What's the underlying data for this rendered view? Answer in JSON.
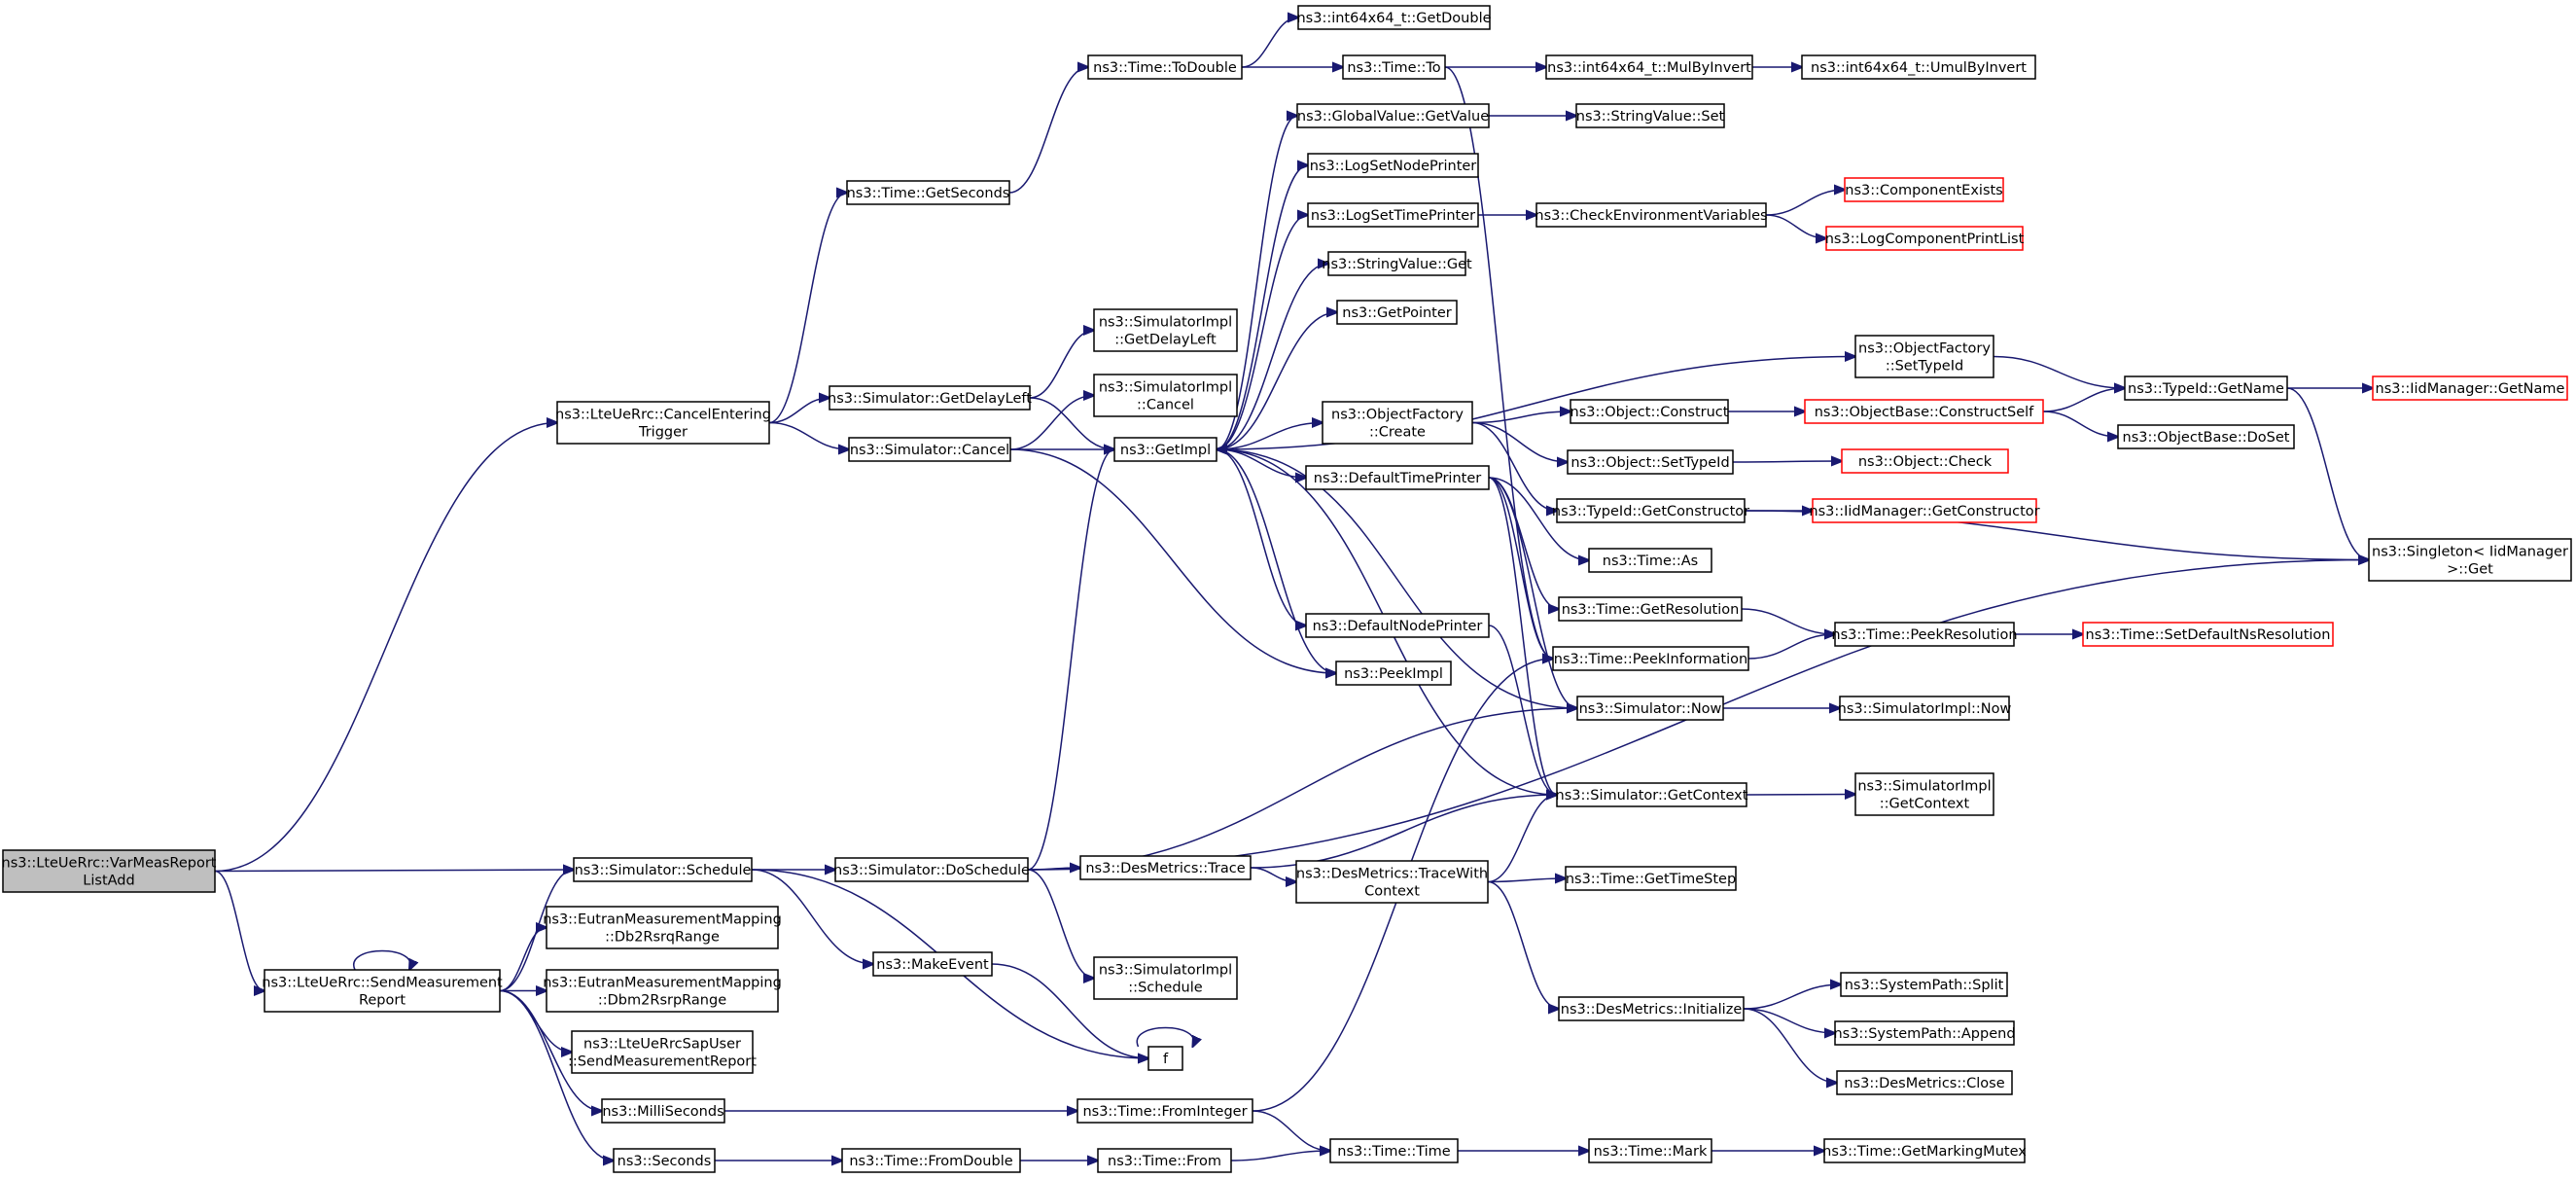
{
  "nodes": [
    {
      "id": "root",
      "lines": [
        "ns3::LteUeRrc::VarMeasReport",
        "ListAdd"
      ],
      "style": "root"
    },
    {
      "id": "cancelEntering",
      "lines": [
        "ns3::LteUeRrc::CancelEntering",
        "Trigger"
      ]
    },
    {
      "id": "sendMeas",
      "lines": [
        "ns3::LteUeRrc::SendMeasurement",
        "Report"
      ]
    },
    {
      "id": "getSeconds",
      "lines": [
        "ns3::Time::GetSeconds"
      ]
    },
    {
      "id": "simGetDelayLeft",
      "lines": [
        "ns3::Simulator::GetDelayLeft"
      ]
    },
    {
      "id": "simCancel",
      "lines": [
        "ns3::Simulator::Cancel"
      ]
    },
    {
      "id": "simSchedule",
      "lines": [
        "ns3::Simulator::Schedule"
      ]
    },
    {
      "id": "eutranDb2",
      "lines": [
        "ns3::EutranMeasurementMapping",
        "::Db2RsrqRange"
      ]
    },
    {
      "id": "eutranDbm2",
      "lines": [
        "ns3::EutranMeasurementMapping",
        "::Dbm2RsrpRange"
      ]
    },
    {
      "id": "sapUser",
      "lines": [
        "ns3::LteUeRrcSapUser",
        "::SendMeasurementReport"
      ]
    },
    {
      "id": "milliSeconds",
      "lines": [
        "ns3::MilliSeconds"
      ]
    },
    {
      "id": "seconds",
      "lines": [
        "ns3::Seconds"
      ]
    },
    {
      "id": "toDouble",
      "lines": [
        "ns3::Time::ToDouble"
      ]
    },
    {
      "id": "simImplGetDelayLeft",
      "lines": [
        "ns3::SimulatorImpl",
        "::GetDelayLeft"
      ]
    },
    {
      "id": "simImplCancel",
      "lines": [
        "ns3::SimulatorImpl",
        "::Cancel"
      ]
    },
    {
      "id": "getImpl",
      "lines": [
        "ns3::GetImpl"
      ]
    },
    {
      "id": "doSchedule",
      "lines": [
        "ns3::Simulator::DoSchedule"
      ]
    },
    {
      "id": "makeEvent",
      "lines": [
        "ns3::MakeEvent"
      ]
    },
    {
      "id": "simImplSchedule",
      "lines": [
        "ns3::SimulatorImpl",
        "::Schedule"
      ]
    },
    {
      "id": "f",
      "lines": [
        "f"
      ]
    },
    {
      "id": "fromInteger",
      "lines": [
        "ns3::Time::FromInteger"
      ]
    },
    {
      "id": "fromDouble",
      "lines": [
        "ns3::Time::FromDouble"
      ]
    },
    {
      "id": "timeFrom",
      "lines": [
        "ns3::Time::From"
      ]
    },
    {
      "id": "desTrace",
      "lines": [
        "ns3::DesMetrics::Trace"
      ]
    },
    {
      "id": "getDouble",
      "lines": [
        "ns3::int64x64_t::GetDouble"
      ]
    },
    {
      "id": "timeTo",
      "lines": [
        "ns3::Time::To"
      ]
    },
    {
      "id": "gvGetValue",
      "lines": [
        "ns3::GlobalValue::GetValue"
      ]
    },
    {
      "id": "logSetNode",
      "lines": [
        "ns3::LogSetNodePrinter"
      ]
    },
    {
      "id": "logSetTime",
      "lines": [
        "ns3::LogSetTimePrinter"
      ]
    },
    {
      "id": "stringValueGet",
      "lines": [
        "ns3::StringValue::Get"
      ]
    },
    {
      "id": "getPointer",
      "lines": [
        "ns3::GetPointer"
      ]
    },
    {
      "id": "ofCreate",
      "lines": [
        "ns3::ObjectFactory",
        "::Create"
      ]
    },
    {
      "id": "defaultTimePrinter",
      "lines": [
        "ns3::DefaultTimePrinter"
      ]
    },
    {
      "id": "defaultNodePrinter",
      "lines": [
        "ns3::DefaultNodePrinter"
      ]
    },
    {
      "id": "peekImpl",
      "lines": [
        "ns3::PeekImpl"
      ]
    },
    {
      "id": "traceWithContext",
      "lines": [
        "ns3::DesMetrics::TraceWith",
        "Context"
      ]
    },
    {
      "id": "timeTime",
      "lines": [
        "ns3::Time::Time"
      ]
    },
    {
      "id": "mulByInvert",
      "lines": [
        "ns3::int64x64_t::MulByInvert"
      ]
    },
    {
      "id": "stringValueSet",
      "lines": [
        "ns3::StringValue::Set"
      ]
    },
    {
      "id": "checkEnv",
      "lines": [
        "ns3::CheckEnvironmentVariables"
      ]
    },
    {
      "id": "objConstruct",
      "lines": [
        "ns3::Object::Construct"
      ]
    },
    {
      "id": "objSetTypeId",
      "lines": [
        "ns3::Object::SetTypeId"
      ]
    },
    {
      "id": "typeIdGetCtor",
      "lines": [
        "ns3::TypeId::GetConstructor"
      ]
    },
    {
      "id": "timeAs",
      "lines": [
        "ns3::Time::As"
      ]
    },
    {
      "id": "getResolution",
      "lines": [
        "ns3::Time::GetResolution"
      ]
    },
    {
      "id": "peekInformation",
      "lines": [
        "ns3::Time::PeekInformation"
      ]
    },
    {
      "id": "simNow",
      "lines": [
        "ns3::Simulator::Now"
      ]
    },
    {
      "id": "simGetContext",
      "lines": [
        "ns3::Simulator::GetContext"
      ]
    },
    {
      "id": "getTimeStep",
      "lines": [
        "ns3::Time::GetTimeStep"
      ]
    },
    {
      "id": "desInit",
      "lines": [
        "ns3::DesMetrics::Initialize"
      ]
    },
    {
      "id": "timeMark",
      "lines": [
        "ns3::Time::Mark"
      ]
    },
    {
      "id": "umulByInvert",
      "lines": [
        "ns3::int64x64_t::UmulByInvert"
      ]
    },
    {
      "id": "componentExists",
      "lines": [
        "ns3::ComponentExists"
      ],
      "style": "red"
    },
    {
      "id": "logCompPrint",
      "lines": [
        "ns3::LogComponentPrintList"
      ],
      "style": "red"
    },
    {
      "id": "ofSetTypeId",
      "lines": [
        "ns3::ObjectFactory",
        "::SetTypeId"
      ]
    },
    {
      "id": "obConstructSelf",
      "lines": [
        "ns3::ObjectBase::ConstructSelf"
      ],
      "style": "red"
    },
    {
      "id": "objCheck",
      "lines": [
        "ns3::Object::Check"
      ],
      "style": "red"
    },
    {
      "id": "iidGetCtor",
      "lines": [
        "ns3::IidManager::GetConstructor"
      ],
      "style": "red"
    },
    {
      "id": "peekResolution",
      "lines": [
        "ns3::Time::PeekResolution"
      ]
    },
    {
      "id": "simImplNow",
      "lines": [
        "ns3::SimulatorImpl::Now"
      ]
    },
    {
      "id": "simImplGetContext",
      "lines": [
        "ns3::SimulatorImpl",
        "::GetContext"
      ]
    },
    {
      "id": "spSplit",
      "lines": [
        "ns3::SystemPath::Split"
      ]
    },
    {
      "id": "spAppend",
      "lines": [
        "ns3::SystemPath::Append"
      ]
    },
    {
      "id": "desClose",
      "lines": [
        "ns3::DesMetrics::Close"
      ]
    },
    {
      "id": "getMarkingMutex",
      "lines": [
        "ns3::Time::GetMarkingMutex"
      ]
    },
    {
      "id": "typeIdGetName",
      "lines": [
        "ns3::TypeId::GetName"
      ]
    },
    {
      "id": "obDoSet",
      "lines": [
        "ns3::ObjectBase::DoSet"
      ]
    },
    {
      "id": "setDefaultNsRes",
      "lines": [
        "ns3::Time::SetDefaultNsResolution"
      ],
      "style": "red"
    },
    {
      "id": "iidGetName",
      "lines": [
        "ns3::IidManager::GetName"
      ],
      "style": "red"
    },
    {
      "id": "singletonGet",
      "lines": [
        "ns3::Singleton< IidManager",
        " >::Get"
      ]
    }
  ],
  "edges": [
    [
      "root",
      "cancelEntering"
    ],
    [
      "root",
      "simSchedule"
    ],
    [
      "root",
      "sendMeas"
    ],
    [
      "cancelEntering",
      "getSeconds"
    ],
    [
      "cancelEntering",
      "simGetDelayLeft"
    ],
    [
      "cancelEntering",
      "simCancel"
    ],
    [
      "getSeconds",
      "toDouble"
    ],
    [
      "toDouble",
      "getDouble"
    ],
    [
      "toDouble",
      "timeTo"
    ],
    [
      "timeTo",
      "mulByInvert"
    ],
    [
      "timeTo",
      "peekInformation"
    ],
    [
      "mulByInvert",
      "umulByInvert"
    ],
    [
      "simGetDelayLeft",
      "simImplGetDelayLeft"
    ],
    [
      "simGetDelayLeft",
      "getImpl"
    ],
    [
      "simCancel",
      "simImplCancel"
    ],
    [
      "simCancel",
      "getImpl"
    ],
    [
      "simCancel",
      "peekImpl"
    ],
    [
      "simSchedule",
      "doSchedule"
    ],
    [
      "simSchedule",
      "makeEvent"
    ],
    [
      "simSchedule",
      "f"
    ],
    [
      "sendMeas",
      "sendMeas"
    ],
    [
      "sendMeas",
      "simSchedule"
    ],
    [
      "sendMeas",
      "eutranDb2"
    ],
    [
      "sendMeas",
      "eutranDbm2"
    ],
    [
      "sendMeas",
      "sapUser"
    ],
    [
      "sendMeas",
      "milliSeconds"
    ],
    [
      "sendMeas",
      "seconds"
    ],
    [
      "milliSeconds",
      "fromInteger"
    ],
    [
      "seconds",
      "fromDouble"
    ],
    [
      "fromDouble",
      "timeFrom"
    ],
    [
      "timeFrom",
      "timeTime"
    ],
    [
      "fromInteger",
      "timeTime"
    ],
    [
      "fromInteger",
      "peekInformation"
    ],
    [
      "makeEvent",
      "f"
    ],
    [
      "f",
      "f"
    ],
    [
      "doSchedule",
      "getImpl"
    ],
    [
      "doSchedule",
      "simNow"
    ],
    [
      "doSchedule",
      "desTrace"
    ],
    [
      "doSchedule",
      "simImplSchedule"
    ],
    [
      "doSchedule",
      "singletonGet"
    ],
    [
      "desTrace",
      "simGetContext"
    ],
    [
      "desTrace",
      "traceWithContext"
    ],
    [
      "traceWithContext",
      "simGetContext"
    ],
    [
      "traceWithContext",
      "getTimeStep"
    ],
    [
      "traceWithContext",
      "desInit"
    ],
    [
      "desInit",
      "spSplit"
    ],
    [
      "desInit",
      "spAppend"
    ],
    [
      "desInit",
      "desClose"
    ],
    [
      "timeTime",
      "timeMark"
    ],
    [
      "timeMark",
      "getMarkingMutex"
    ],
    [
      "getImpl",
      "gvGetValue"
    ],
    [
      "getImpl",
      "logSetNode"
    ],
    [
      "getImpl",
      "logSetTime"
    ],
    [
      "getImpl",
      "stringValueGet"
    ],
    [
      "getImpl",
      "getPointer"
    ],
    [
      "getImpl",
      "ofSetTypeId"
    ],
    [
      "getImpl",
      "ofCreate"
    ],
    [
      "getImpl",
      "defaultTimePrinter"
    ],
    [
      "getImpl",
      "defaultNodePrinter"
    ],
    [
      "getImpl",
      "peekImpl"
    ],
    [
      "gvGetValue",
      "stringValueSet"
    ],
    [
      "logSetTime",
      "checkEnv"
    ],
    [
      "checkEnv",
      "componentExists"
    ],
    [
      "checkEnv",
      "logCompPrint"
    ],
    [
      "ofSetTypeId",
      "typeIdGetName"
    ],
    [
      "ofCreate",
      "objConstruct"
    ],
    [
      "ofCreate",
      "objSetTypeId"
    ],
    [
      "ofCreate",
      "typeIdGetCtor"
    ],
    [
      "objConstruct",
      "obConstructSelf"
    ],
    [
      "obConstructSelf",
      "typeIdGetName"
    ],
    [
      "obConstructSelf",
      "obDoSet"
    ],
    [
      "objSetTypeId",
      "objCheck"
    ],
    [
      "typeIdGetCtor",
      "iidGetCtor"
    ],
    [
      "typeIdGetCtor",
      "singletonGet"
    ],
    [
      "typeIdGetName",
      "iidGetName"
    ],
    [
      "typeIdGetName",
      "singletonGet"
    ],
    [
      "defaultTimePrinter",
      "timeAs"
    ],
    [
      "defaultTimePrinter",
      "getResolution"
    ],
    [
      "defaultTimePrinter",
      "peekInformation"
    ],
    [
      "defaultTimePrinter",
      "simNow"
    ],
    [
      "defaultTimePrinter",
      "simGetContext"
    ],
    [
      "defaultNodePrinter",
      "simGetContext"
    ],
    [
      "getResolution",
      "peekResolution"
    ],
    [
      "peekInformation",
      "peekResolution"
    ],
    [
      "peekResolution",
      "setDefaultNsRes"
    ],
    [
      "simNow",
      "getImpl"
    ],
    [
      "simNow",
      "simImplNow"
    ],
    [
      "simGetContext",
      "getImpl"
    ],
    [
      "simGetContext",
      "simImplGetContext"
    ]
  ]
}
